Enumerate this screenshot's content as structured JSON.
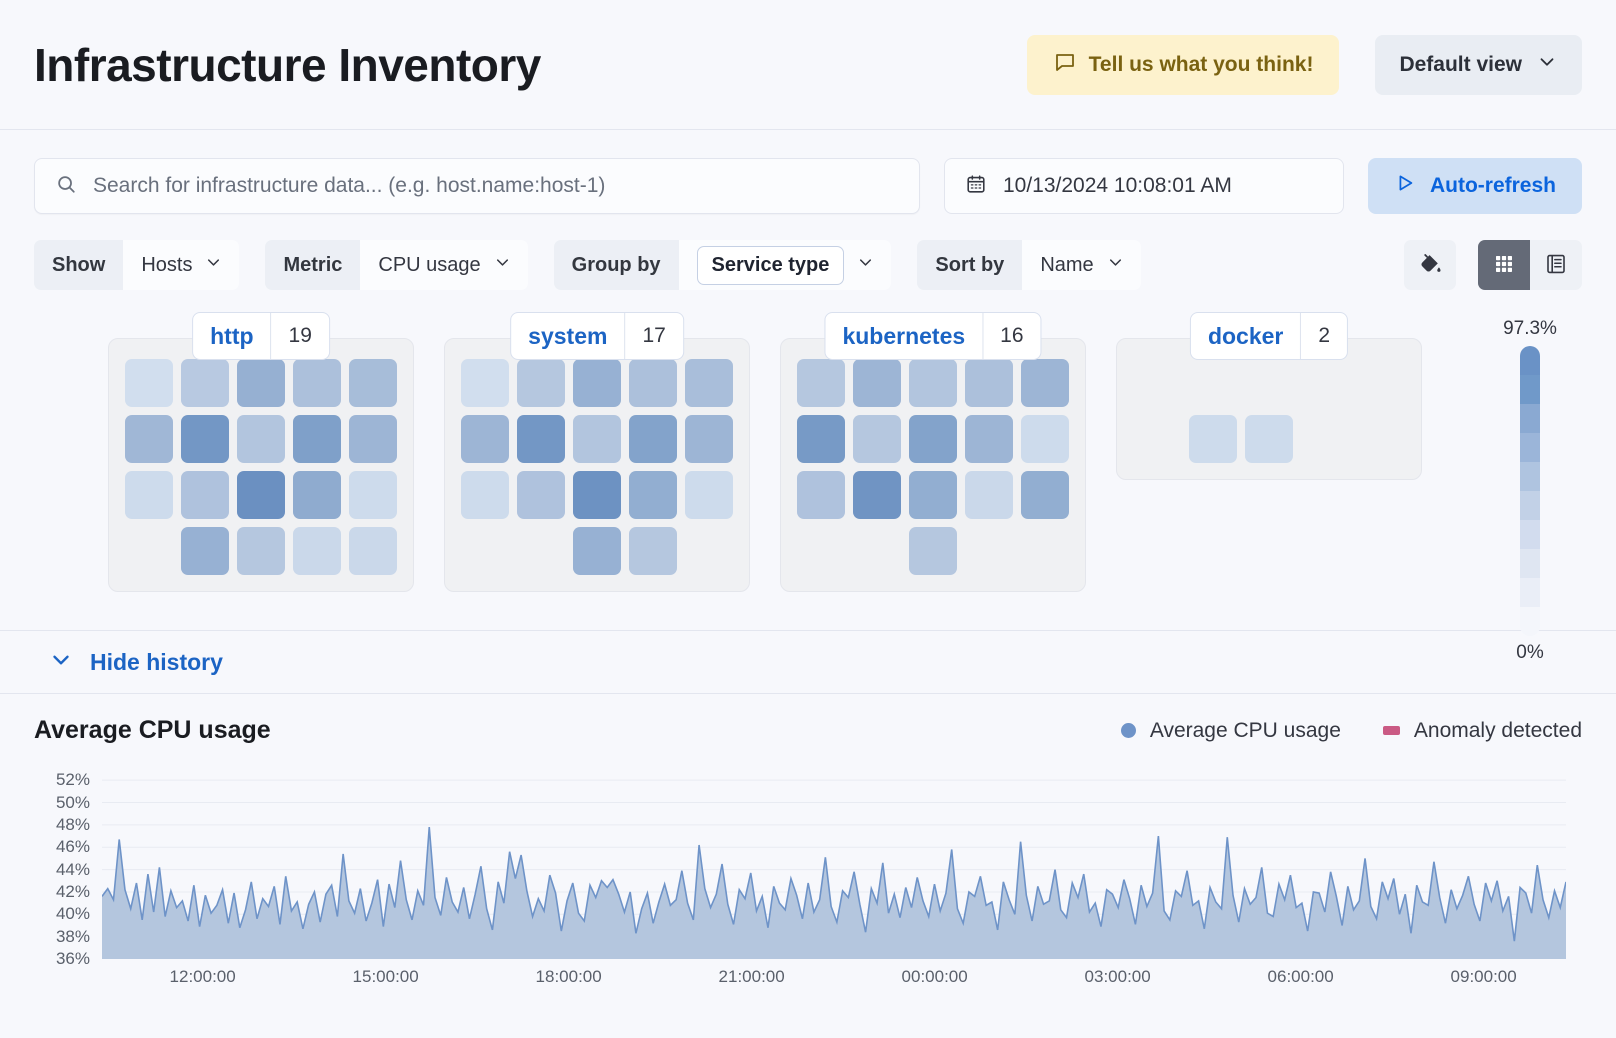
{
  "header": {
    "title": "Infrastructure Inventory",
    "feedback_label": "Tell us what you think!",
    "feedback_icon": "comment-icon",
    "view_label": "Default view",
    "accent_blue": "#1c64c4",
    "badge_bg": "#fdf2cd"
  },
  "search": {
    "placeholder": "Search for infrastructure data... (e.g. host.name:host-1)",
    "value": "",
    "icon": "search-icon"
  },
  "datepicker": {
    "value": "10/13/2024 10:08:01 AM",
    "icon": "calendar-icon"
  },
  "refresh": {
    "label": "Auto-refresh",
    "icon": "play-icon"
  },
  "filters": [
    {
      "label": "Show",
      "value": "Hosts",
      "boxed": false
    },
    {
      "label": "Metric",
      "value": "CPU usage",
      "boxed": false
    },
    {
      "label": "Group by",
      "value": "Service type",
      "boxed": true
    },
    {
      "label": "Sort by",
      "value": "Name",
      "boxed": false
    }
  ],
  "view_controls": {
    "palette_icon": "color-fill-icon",
    "grid_icon": "grid-view-icon",
    "table_icon": "table-view-icon",
    "active": "grid"
  },
  "waffle": {
    "groups": [
      {
        "name": "http",
        "count": "19",
        "rows": [
          {
            "offset": 0,
            "cells": [
              0.18,
              0.34,
              0.56,
              0.42,
              0.45
            ]
          },
          {
            "offset": 0,
            "cells": [
              0.5,
              0.74,
              0.38,
              0.68,
              0.52
            ]
          },
          {
            "offset": 0,
            "cells": [
              0.2,
              0.4,
              0.8,
              0.6,
              0.2
            ]
          },
          {
            "offset": 1,
            "cells": [
              0.55,
              0.36,
              0.22,
              0.22
            ]
          }
        ]
      },
      {
        "name": "system",
        "count": "17",
        "rows": [
          {
            "offset": 0,
            "cells": [
              0.18,
              0.36,
              0.55,
              0.42,
              0.44
            ]
          },
          {
            "offset": 0,
            "cells": [
              0.52,
              0.74,
              0.38,
              0.66,
              0.52
            ]
          },
          {
            "offset": 0,
            "cells": [
              0.2,
              0.4,
              0.78,
              0.58,
              0.2
            ]
          },
          {
            "offset": 2,
            "cells": [
              0.55,
              0.36
            ]
          }
        ]
      },
      {
        "name": "kubernetes",
        "count": "16",
        "rows": [
          {
            "offset": 0,
            "cells": [
              0.36,
              0.52,
              0.38,
              0.42,
              0.52
            ]
          },
          {
            "offset": 0,
            "cells": [
              0.72,
              0.36,
              0.66,
              0.52,
              0.2
            ]
          },
          {
            "offset": 0,
            "cells": [
              0.4,
              0.76,
              0.58,
              0.22,
              0.58
            ]
          },
          {
            "offset": 2,
            "cells": [
              0.36
            ]
          }
        ]
      },
      {
        "name": "docker",
        "count": "2",
        "rows": [
          {
            "offset": 0,
            "cells": []
          },
          {
            "offset": 1,
            "cells": [
              0.2,
              0.2
            ]
          }
        ]
      }
    ]
  },
  "scale": {
    "max_label": "97.3%",
    "min_label": "0%",
    "steps": [
      "#6a92c6",
      "#7099c9",
      "#8aa9d2",
      "#9bb5d9",
      "#afc4e0",
      "#c2d1e7",
      "#d2dcee",
      "#dfe6f2",
      "#eaeef7",
      "#f4f6fb"
    ]
  },
  "history": {
    "toggle_label": "Hide history",
    "toggle_icon": "chevron-down-icon"
  },
  "chart_data": {
    "type": "area",
    "title": "Average CPU usage",
    "xlabel": "",
    "ylabel": "",
    "ylim": [
      36,
      53
    ],
    "yticks": [
      "52%",
      "50%",
      "48%",
      "46%",
      "44%",
      "42%",
      "40%",
      "38%",
      "36%"
    ],
    "ytick_values": [
      52,
      50,
      48,
      46,
      44,
      42,
      40,
      38,
      36
    ],
    "xticks": [
      "12:00:00",
      "15:00:00",
      "18:00:00",
      "21:00:00",
      "00:00:00",
      "03:00:00",
      "06:00:00",
      "09:00:00"
    ],
    "grid": true,
    "legend_position": "top-right",
    "series": [
      {
        "name": "Average CPU usage",
        "color": "#6e93c8",
        "fill": "#b4c6de",
        "values": [
          41.6,
          42.3,
          41.3,
          46.7,
          42.2,
          40.5,
          42.8,
          39.5,
          43.6,
          40.2,
          44.2,
          39.8,
          42.1,
          40.6,
          41.2,
          39.4,
          42.6,
          38.9,
          41.7,
          40.1,
          40.8,
          42.2,
          39.2,
          41.9,
          38.8,
          40.4,
          42.9,
          39.6,
          41.4,
          40.7,
          42.5,
          39.1,
          43.4,
          40.3,
          41.1,
          38.7,
          40.9,
          42.0,
          39.3,
          41.8,
          42.6,
          39.8,
          45.4,
          41.2,
          40.1,
          42.3,
          39.4,
          41.0,
          43.1,
          38.9,
          42.7,
          40.6,
          44.8,
          41.3,
          39.5,
          42.1,
          40.8,
          47.8,
          41.5,
          39.9,
          43.3,
          41.1,
          40.2,
          42.4,
          39.6,
          41.8,
          44.3,
          40.5,
          38.6,
          42.9,
          41.0,
          45.6,
          43.2,
          45.3,
          42.1,
          39.8,
          41.4,
          40.3,
          43.5,
          41.9,
          38.5,
          41.2,
          42.8,
          40.1,
          39.4,
          42.6,
          41.5,
          43.0,
          42.4,
          43.1,
          41.8,
          40.2,
          42.0,
          38.3,
          40.5,
          41.9,
          39.2,
          41.1,
          42.7,
          40.8,
          41.3,
          43.9,
          41.0,
          39.5,
          46.2,
          42.3,
          40.6,
          41.8,
          44.5,
          40.9,
          39.1,
          42.2,
          41.4,
          43.7,
          40.3,
          41.6,
          38.8,
          42.5,
          41.0,
          40.4,
          43.2,
          41.7,
          39.6,
          42.8,
          40.2,
          41.3,
          45.1,
          40.7,
          39.3,
          42.1,
          41.5,
          43.8,
          40.9,
          38.4,
          42.3,
          41.0,
          44.6,
          40.1,
          41.8,
          39.7,
          42.4,
          40.6,
          43.3,
          41.2,
          39.8,
          42.7,
          40.3,
          41.9,
          45.8,
          40.5,
          39.2,
          42.0,
          41.6,
          43.4,
          40.8,
          41.1,
          38.6,
          42.9,
          41.3,
          40.0,
          46.5,
          41.7,
          39.4,
          42.5,
          40.9,
          41.2,
          44.0,
          40.4,
          39.7,
          42.8,
          41.5,
          43.6,
          40.2,
          41.0,
          38.9,
          42.2,
          41.8,
          40.6,
          43.1,
          41.4,
          39.1,
          42.6,
          40.7,
          41.9,
          47.0,
          40.3,
          39.5,
          42.1,
          41.6,
          43.9,
          40.8,
          41.2,
          38.7,
          42.4,
          41.1,
          40.5,
          46.9,
          41.7,
          39.3,
          42.3,
          40.9,
          41.5,
          44.2,
          40.1,
          39.8,
          42.7,
          41.3,
          43.5,
          40.6,
          41.0,
          38.5,
          42.0,
          41.9,
          40.2,
          43.8,
          41.6,
          39.0,
          42.5,
          40.4,
          41.2,
          45.0,
          40.7,
          39.6,
          42.9,
          41.4,
          43.2,
          40.0,
          41.8,
          38.3,
          42.6,
          41.1,
          40.8,
          44.7,
          41.5,
          39.2,
          42.2,
          40.5,
          41.7,
          43.4,
          40.9,
          39.4,
          42.8,
          41.2,
          43.0,
          40.3,
          41.6,
          37.6,
          42.4,
          41.9,
          40.1,
          44.4,
          41.3,
          39.7,
          42.1,
          40.6,
          42.9
        ]
      },
      {
        "name": "Anomaly detected",
        "color": "#ca5a84",
        "values": []
      }
    ]
  }
}
